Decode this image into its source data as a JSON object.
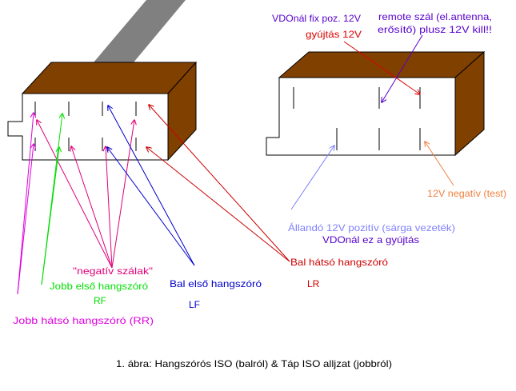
{
  "labels": {
    "vdo_fix": "VDOnál fix poz. 12V",
    "gyujtas_12v": "gyújtás 12V",
    "remote_line1": "remote szál (el.antenna,",
    "remote_line2": "erősítő) plusz 12V kill!!",
    "negativ_test": "12V negatív (test)",
    "allando_line1": "Állandó 12V pozitív (sárga vezeték)",
    "allando_line2": "VDOnál ez a gyújtás",
    "bal_hatso": "Bal hátsó hangszóró",
    "lr": "LR",
    "negativ_szalak": "\"negatív szálak\"",
    "bal_elso": "Bal első hangszóró",
    "lf": "LF",
    "jobb_elso": "Jobb első hangszóró",
    "rf": "RF",
    "jobb_hatso": "Jobb hátsó hangszóró (RR)",
    "caption": "1. ábra: Hangszórós ISO (balról) & Táp ISO alljzat (jobbról)"
  },
  "colors": {
    "connector_body": "#804000",
    "connector_face": "#ffffff",
    "outline": "#000000",
    "cable": "#808080",
    "bal_hatso": "#cc0000",
    "negativ_szalak": "#e0007a",
    "bal_elso": "#0000cc",
    "jobb_elso": "#00dd00",
    "jobb_hatso": "#dd00dd",
    "vdo_fix": "#5500cc",
    "gyujtas": "#dd0000",
    "remote": "#5500cc",
    "negativ_test": "#f08040",
    "allando": "#8080ff",
    "vdo_gyujtas": "#5500cc",
    "caption": "#000000"
  }
}
